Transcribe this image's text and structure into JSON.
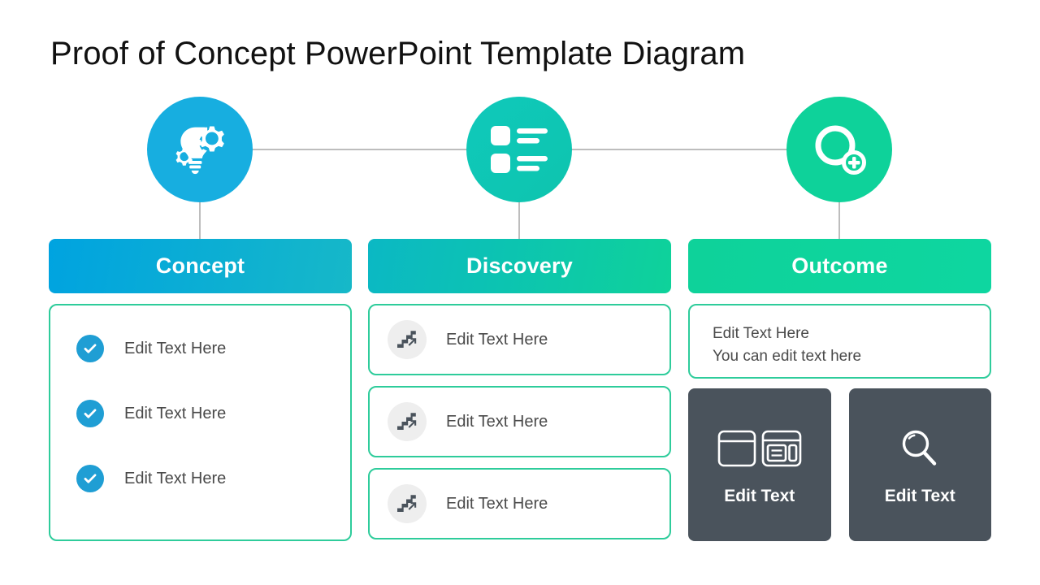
{
  "slide": {
    "title": "Proof of Concept PowerPoint Template Diagram",
    "background_color": "#ffffff",
    "connector_color": "#bdbdbd"
  },
  "colors": {
    "blue": "#1f9ed4",
    "blue_bright": "#00a3e0",
    "teal": "#10c4bd",
    "green": "#0ed29a",
    "green_border": "#2ecc9b",
    "dark_slate": "#4a535c",
    "text_gray": "#4a4a4a",
    "badge_gray": "#eeeeee"
  },
  "nodes": [
    {
      "icon": "lightbulb-gears-icon",
      "circle_color": "#17aee0"
    },
    {
      "icon": "list-catalog-icon",
      "circle_color": "#0ec4b4"
    },
    {
      "icon": "magnifier-plus-icon",
      "circle_color": "#0ed29a"
    }
  ],
  "columns": [
    {
      "id": "concept",
      "header": "Concept",
      "header_gradient": [
        "#00a3e0",
        "#16b8c8"
      ],
      "items": [
        {
          "icon": "check-circle-icon",
          "label": "Edit Text Here"
        },
        {
          "icon": "check-circle-icon",
          "label": "Edit Text Here"
        },
        {
          "icon": "check-circle-icon",
          "label": "Edit Text Here"
        }
      ]
    },
    {
      "id": "discovery",
      "header": "Discovery",
      "header_gradient": [
        "#0bb8c4",
        "#0ed29a"
      ],
      "items": [
        {
          "icon": "stairs-arrow-icon",
          "label": "Edit Text Here"
        },
        {
          "icon": "stairs-arrow-icon",
          "label": "Edit Text Here"
        },
        {
          "icon": "stairs-arrow-icon",
          "label": "Edit Text Here"
        }
      ]
    },
    {
      "id": "outcome",
      "header": "Outcome",
      "header_gradient": [
        "#0ed29a",
        "#0ed6a0"
      ],
      "note": {
        "line1": "Edit Text Here",
        "line2": "You can edit text here"
      },
      "tiles": [
        {
          "icon": "browser-wireframe-icon",
          "label": "Edit Text"
        },
        {
          "icon": "magnifier-icon",
          "label": "Edit Text"
        }
      ]
    }
  ]
}
